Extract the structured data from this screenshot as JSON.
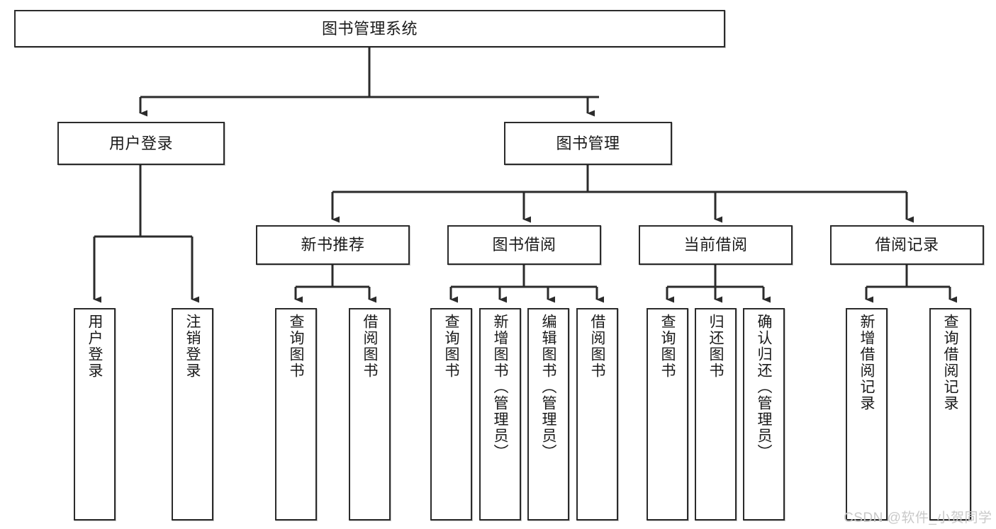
{
  "diagram": {
    "title": "图书管理系统",
    "type": "tree",
    "stroke_color": "#2b2b2b",
    "fill_color": "#ffffff",
    "text_color": "#1a1a1a"
  },
  "nodes": {
    "root": {
      "label": "图书管理系统"
    },
    "level2": [
      {
        "label": "用户登录"
      },
      {
        "label": "图书管理"
      }
    ],
    "level3": [
      {
        "label": "新书推荐"
      },
      {
        "label": "图书借阅"
      },
      {
        "label": "当前借阅"
      },
      {
        "label": "借阅记录"
      }
    ],
    "leaves_user_login": [
      {
        "label": "用户登录"
      },
      {
        "label": "注销登录"
      }
    ],
    "leaves_new_book": [
      {
        "label": "查询图书"
      },
      {
        "label": "借阅图书"
      }
    ],
    "leaves_borrow": [
      {
        "label": "查询图书"
      },
      {
        "label": "新增图书（管理员）"
      },
      {
        "label": "编辑图书（管理员）"
      },
      {
        "label": "借阅图书"
      }
    ],
    "leaves_current": [
      {
        "label": "查询图书"
      },
      {
        "label": "归还图书"
      },
      {
        "label": "确认归还（管理员）"
      }
    ],
    "leaves_records": [
      {
        "label": "新增借阅记录"
      },
      {
        "label": "查询借阅记录"
      }
    ]
  },
  "watermark": {
    "text": "CSDN @软件_小贺同学",
    "color": "#c9c9c9"
  }
}
